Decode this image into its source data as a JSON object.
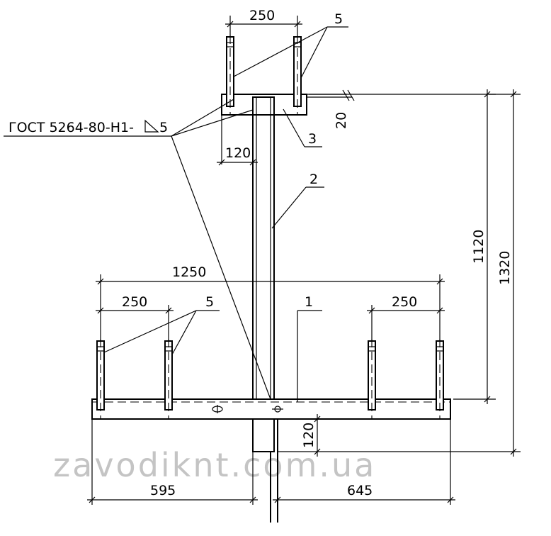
{
  "standard_note": "ГОСТ 5264-80-Н1-",
  "weld_leg": "5",
  "dimensions": {
    "top_bolt_spacing": "250",
    "top_plate_height": "20",
    "top_plate_overhang": "120",
    "height_main": "1120",
    "height_total": "1320",
    "bottom_span": "1250",
    "bottom_left_spacing": "250",
    "bottom_right_spacing": "250",
    "post_stub": "120",
    "left_length": "595",
    "right_length": "645"
  },
  "part_labels": {
    "bottom_beam": "1",
    "post": "2",
    "top_plate": "3",
    "top_bolts": "5",
    "bottom_bolts": "5"
  },
  "watermark": "zavodiknt.com.ua"
}
